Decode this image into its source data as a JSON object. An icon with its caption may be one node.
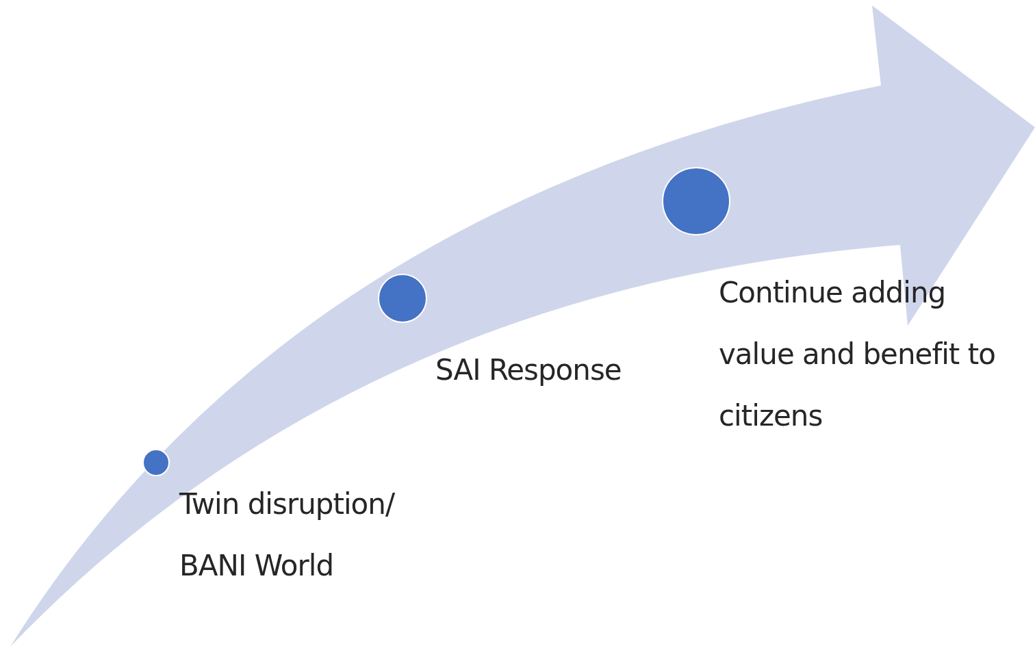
{
  "diagram": {
    "nodes": [
      {
        "text": [],
        "shape": "circle",
        "beside": [
          "Twin disruption/ BANI World"
        ]
      },
      {
        "text": [],
        "shape": "circle",
        "beside": [
          "SAI Response"
        ]
      },
      {
        "text": [],
        "shape": "circle",
        "beside": [
          "Continue adding value and benefit to citizens"
        ]
      }
    ]
  }
}
